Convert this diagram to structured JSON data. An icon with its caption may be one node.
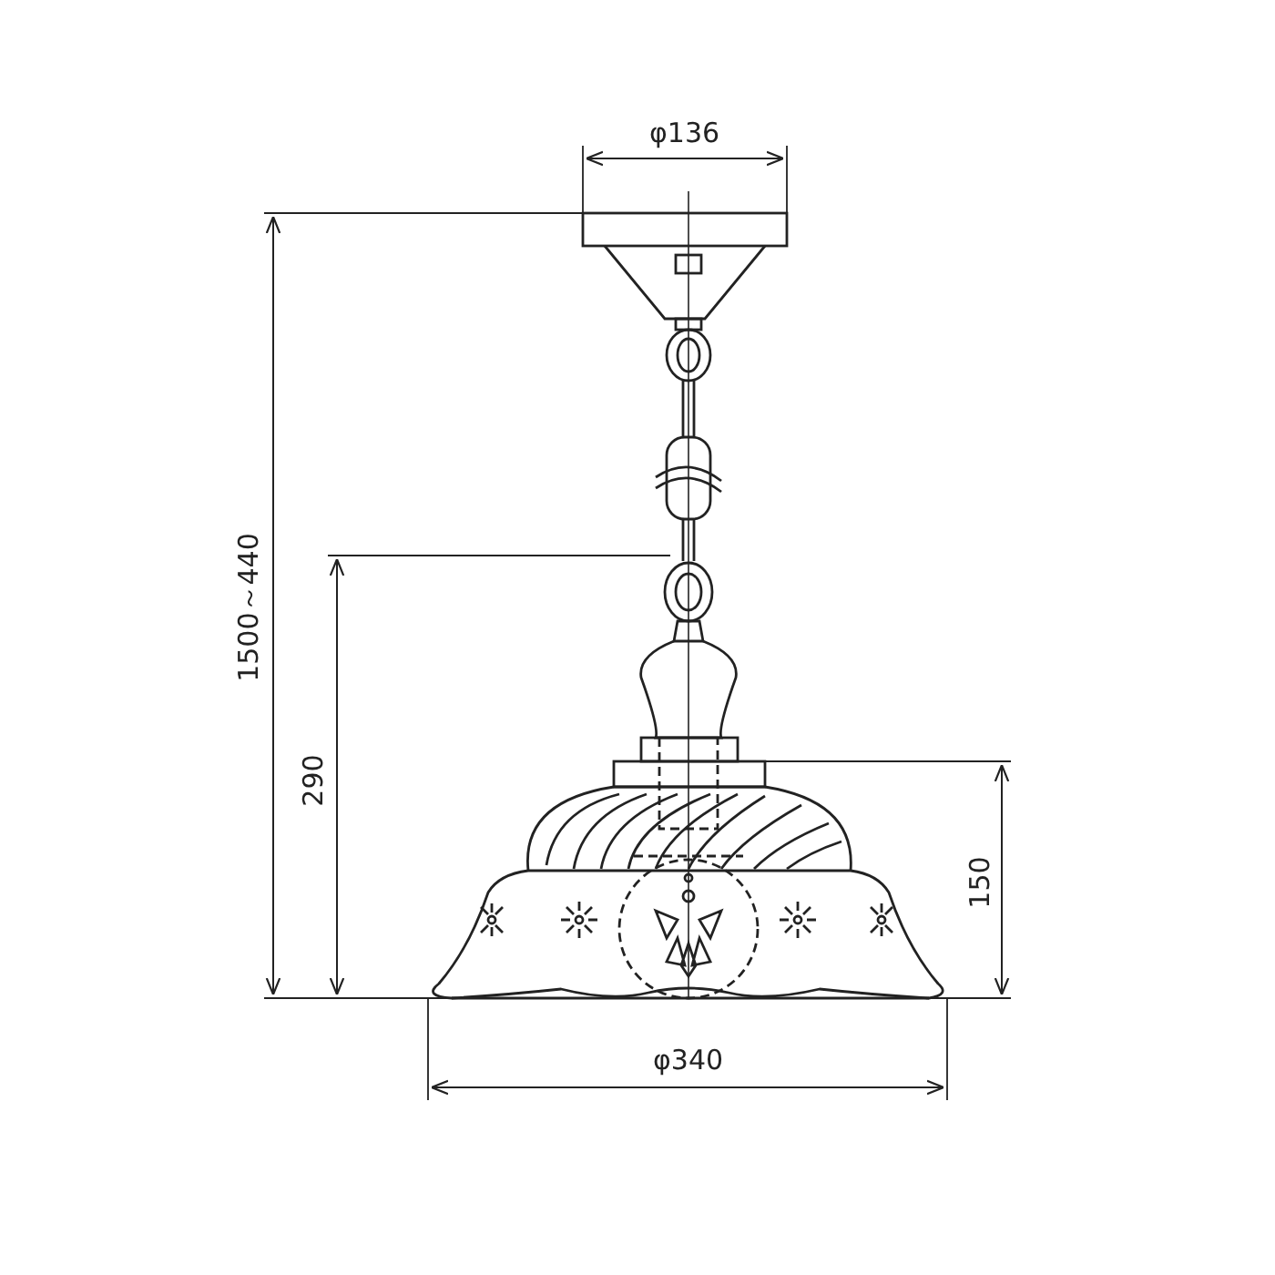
{
  "diagram": {
    "labels": [
      "φ136",
      "1500～440",
      "290",
      "150",
      "φ340"
    ]
  }
}
